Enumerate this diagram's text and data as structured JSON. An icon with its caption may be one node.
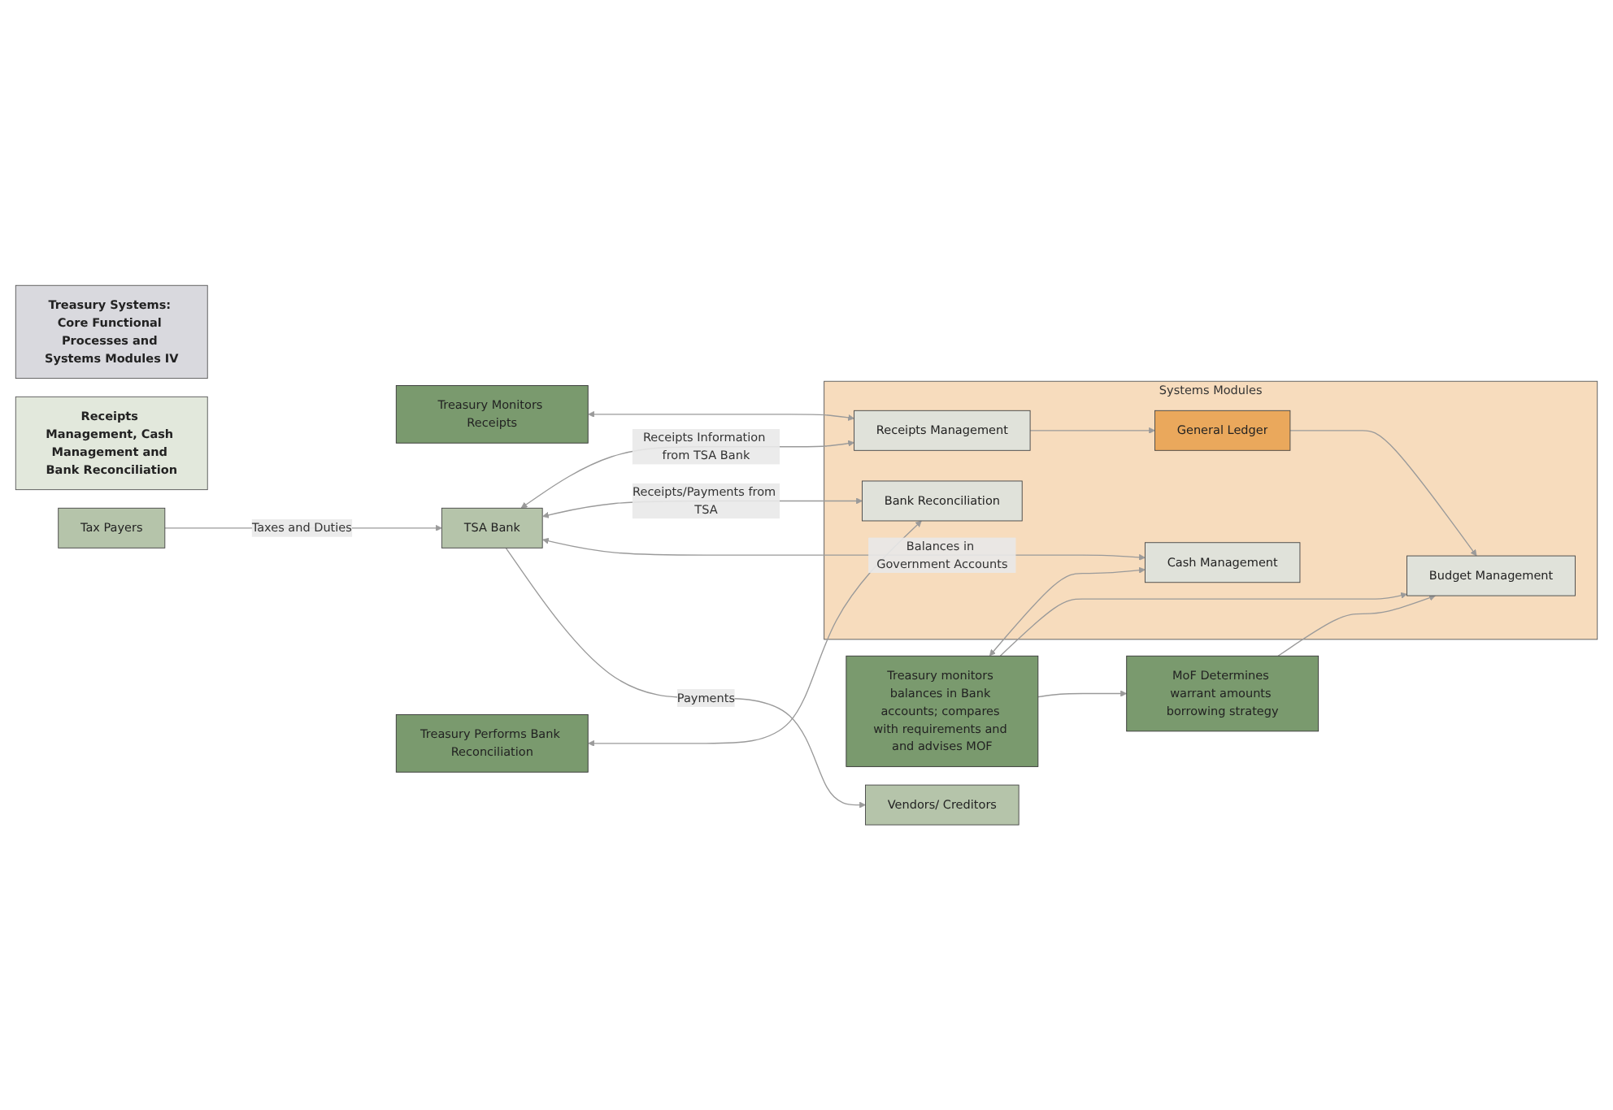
{
  "diagram": {
    "nodes": [
      {
        "text": [
          "Treasury Systems: Core Functional Processes and Systems Modules IV"
        ]
      },
      {
        "text": [
          "Receipts Management, Cash Management and Bank Reconciliation"
        ]
      },
      {
        "text": [
          "Vendors/ Creditors"
        ]
      },
      {
        "text": [
          "Systems Modules"
        ]
      },
      {
        "text": [
          "MoF Determines warrant amounts borrowing strategy"
        ]
      },
      {
        "text": [
          "Budget Management"
        ],
        "in": 3
      },
      {
        "text": [
          "General Ledger"
        ],
        "in": 3
      },
      {
        "text": [
          "Treasury Monitors Receipts"
        ]
      },
      {
        "text": [
          "Receipts Management"
        ],
        "in": 3
      },
      {
        "text": [
          "TSA Bank"
        ]
      },
      {
        "text": [
          "Treasury Performs Bank Reconciliation"
        ]
      },
      {
        "text": [
          "Bank Reconciliation"
        ],
        "in": 3
      },
      {
        "text": [
          "Treasury monitors balances in Bank accounts; compares with requirements and and advises MOF"
        ]
      },
      {
        "text": [
          "Cash Management"
        ],
        "in": 3
      },
      {
        "text": [
          "Tax Payers"
        ]
      }
    ],
    "edges": [
      {
        "from": 12,
        "to": 4,
        "arrow": "to"
      },
      {
        "from": 4,
        "to": 5,
        "arrow": "to"
      },
      {
        "from": 7,
        "to": 8,
        "arrow": "both"
      },
      {
        "from": 10,
        "to": 11,
        "arrow": "both"
      },
      {
        "from": 12,
        "to": 13,
        "arrow": "both"
      },
      {
        "from": 12,
        "to": 5,
        "arrow": "to"
      },
      {
        "from": 8,
        "to": 6,
        "arrow": "to"
      },
      {
        "from": 6,
        "to": 5,
        "arrow": "to"
      },
      {
        "from": 9,
        "to": 8,
        "label": "Receipts Information from TSA Bank",
        "arrow": "both"
      },
      {
        "from": 9,
        "to": 11,
        "label": "Receipts/Payments from TSA",
        "arrow": "both"
      },
      {
        "from": 9,
        "to": 13,
        "label": "Balances in Government Accounts",
        "arrow": "both"
      },
      {
        "from": 9,
        "to": 2,
        "label": "Payments",
        "arrow": "to"
      },
      {
        "from": 14,
        "to": 9,
        "label": "Taxes and Duties",
        "arrow": "to"
      }
    ]
  }
}
